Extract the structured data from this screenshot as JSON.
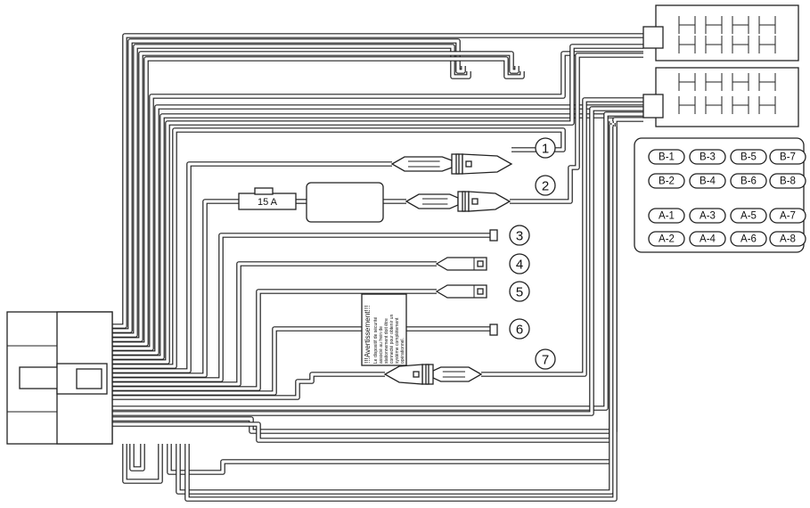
{
  "fuse": {
    "label": "15 A"
  },
  "callouts": [
    "1",
    "2",
    "3",
    "4",
    "5",
    "6",
    "7"
  ],
  "warning": {
    "title": "!!!Avertissement!!!",
    "lines": [
      "Le dispositif de sécurité",
      "associé au frein de",
      "stationnement doit être",
      "connecté pour obtenir un",
      "système complètement",
      "opérationnel."
    ]
  },
  "pin_legend": {
    "rows": [
      [
        "B-1",
        "B-3",
        "B-5",
        "B-7"
      ],
      [
        "B-2",
        "B-4",
        "B-6",
        "B-8"
      ],
      [
        "A-1",
        "A-3",
        "A-5",
        "A-7"
      ],
      [
        "A-2",
        "A-4",
        "A-6",
        "A-8"
      ]
    ]
  }
}
